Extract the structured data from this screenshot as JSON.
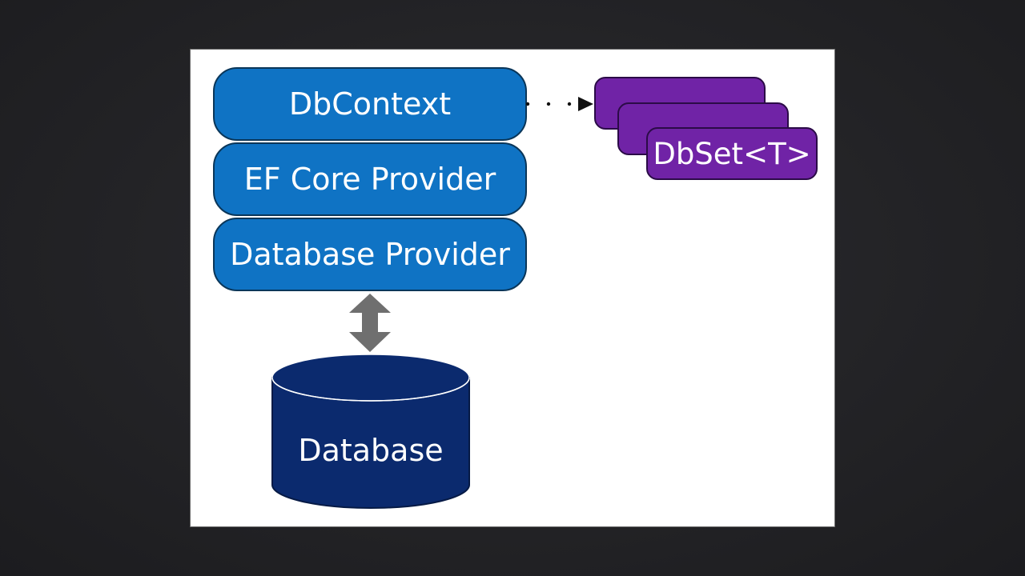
{
  "diagram": {
    "layers": [
      {
        "label": "DbContext"
      },
      {
        "label": "EF Core Provider"
      },
      {
        "label": "Database Provider"
      }
    ],
    "dbset": {
      "label": "DbSet<T>"
    },
    "database": {
      "label": "Database"
    },
    "colors": {
      "layer_fill": "#0f73c4",
      "layer_border": "#0a3659",
      "dbset_fill": "#7023a6",
      "database_fill": "#0b2a6e",
      "arrow_fill": "#6f6f6f",
      "background": "#222225"
    }
  }
}
